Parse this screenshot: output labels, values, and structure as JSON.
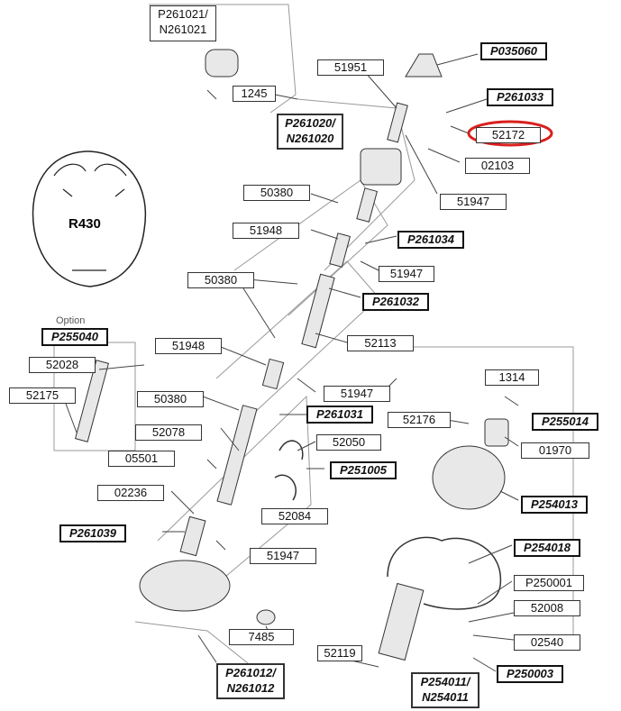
{
  "profile_label": "R430",
  "option_label": "Option",
  "highlight_color": "#d9201e",
  "labels": {
    "P261021": "P261021/\nN261021",
    "l1245": "1245",
    "l51951": "51951",
    "P035060": "P035060",
    "P261033": "P261033",
    "l52172": "52172",
    "l02103": "02103",
    "P261020": "P261020/\nN261020",
    "l51947a": "51947",
    "l50380a": "50380",
    "l51948a": "51948",
    "P261034": "P261034",
    "l51947b": "51947",
    "l50380b": "50380",
    "P261032": "P261032",
    "P255040": "P255040",
    "l52113": "52113",
    "l52028": "52028",
    "l51948b": "51948",
    "l52175": "52175",
    "l51947c": "51947",
    "l1314": "1314",
    "l50380c": "50380",
    "P261031": "P261031",
    "l52176": "52176",
    "P255014": "P255014",
    "l52078": "52078",
    "l52050": "52050",
    "l01970": "01970",
    "l05501": "05501",
    "P251005": "P251005",
    "l02236": "02236",
    "l52084": "52084",
    "P254013": "P254013",
    "P261039": "P261039",
    "l51947d": "51947",
    "P254018": "P254018",
    "P250001": "P250001",
    "l52008": "52008",
    "l7485": "7485",
    "l02540": "02540",
    "l52119": "52119",
    "P250003": "P250003",
    "P261012": "P261012/\nN261012",
    "P254011": "P254011/\nN254011"
  }
}
